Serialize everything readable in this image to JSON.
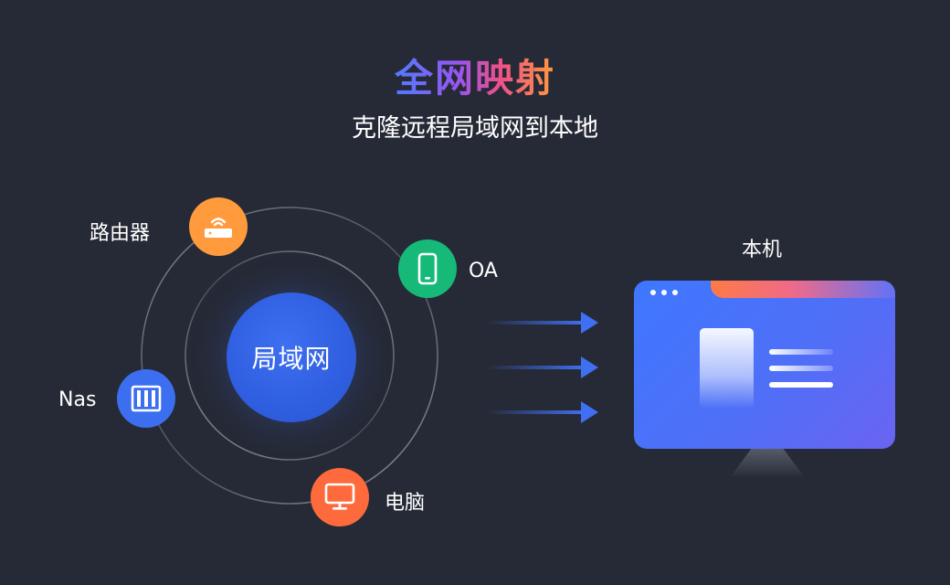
{
  "header": {
    "title": "全网映射",
    "subtitle": "克隆远程局域网到本地"
  },
  "diagram": {
    "center_label": "局域网",
    "nodes": [
      {
        "label": "路由器",
        "icon": "router-icon",
        "color": "#ff9b3d"
      },
      {
        "label": "OA",
        "icon": "phone-icon",
        "color": "#17b978"
      },
      {
        "label": "Nas",
        "icon": "nas-icon",
        "color": "#3c6ef0"
      },
      {
        "label": "电脑",
        "icon": "monitor-icon",
        "color": "#ff6a3d"
      }
    ],
    "target_label": "本机",
    "arrow_color": "#3f6ff2"
  }
}
